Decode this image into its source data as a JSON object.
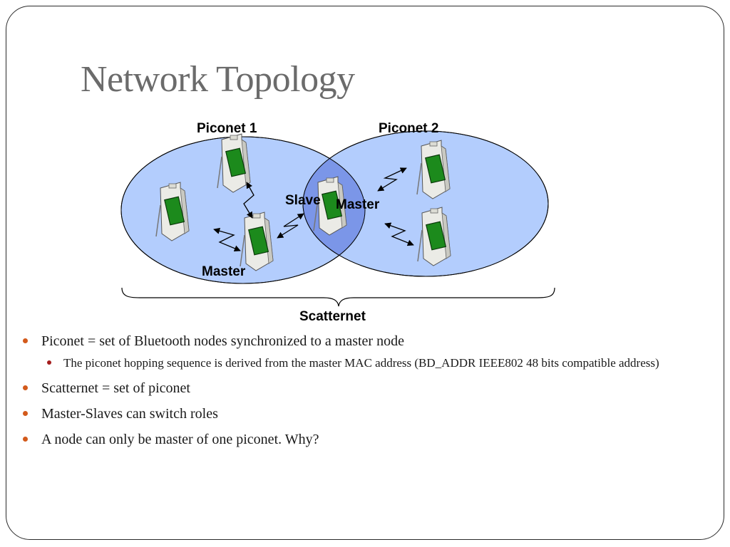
{
  "slide": {
    "title": "Network Topology"
  },
  "diagram": {
    "labels": {
      "piconet1": "Piconet 1",
      "piconet2": "Piconet 2",
      "slave": "Slave",
      "master_left": "Master",
      "master_right": "Master",
      "scatternet": "Scatternet"
    },
    "colors": {
      "piconet_fill": "#b3cdfd",
      "overlap_fill": "#7b96e8",
      "device_body": "#ebebe6",
      "device_screen": "#1c8a1c"
    },
    "icons": [
      "bluetooth-device-icon",
      "radio-link-icon",
      "curly-brace"
    ]
  },
  "bullets": [
    {
      "text": "Piconet = set of Bluetooth nodes synchronized to a master node",
      "sub": [
        "The piconet hopping sequence is derived from the master MAC address (BD_ADDR IEEE802 48 bits compatible address)"
      ]
    },
    {
      "text": "Scatternet = set of piconet"
    },
    {
      "text": "Master-Slaves can switch roles"
    },
    {
      "text": "A node can only be master of one piconet. Why?"
    }
  ],
  "colors": {
    "title": "#6b6b6b",
    "bullet_l1": "#d35a1b",
    "bullet_l2": "#a51d1d"
  }
}
